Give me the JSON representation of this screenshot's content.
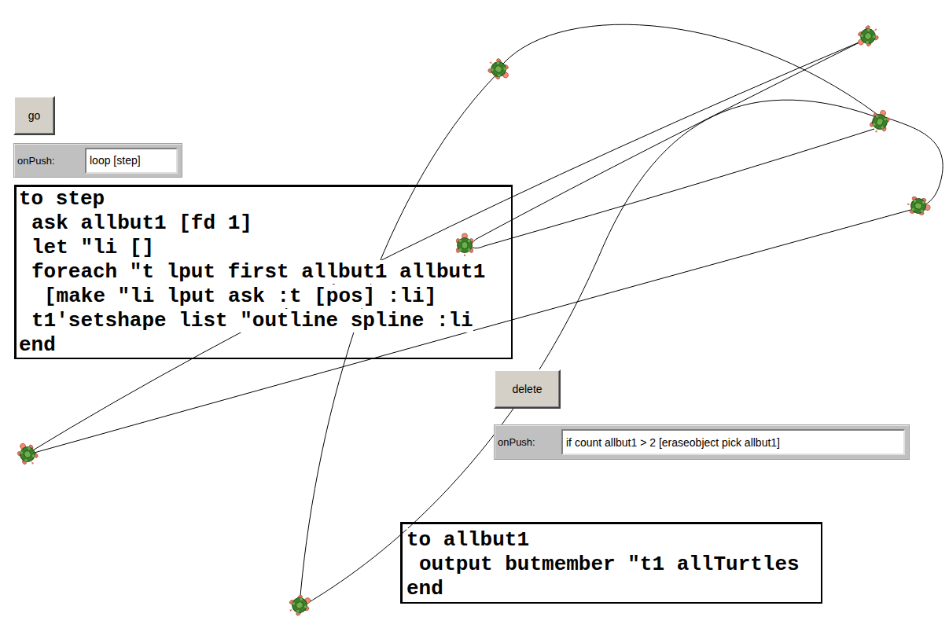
{
  "diagram": {
    "nodes": [
      {
        "text": [
          "go"
        ]
      },
      {
        "text": [
          "onPush:",
          "loop [step]"
        ]
      },
      {
        "text": [
          "to step",
          "ask allbut1 [fd 1]",
          "let \"li []",
          "foreach \"t lput first allbut1 allbut1",
          "[make \"li lput ask :t [pos] :li]",
          "t1'setshape list \"outline spline :li",
          "end"
        ]
      },
      {
        "text": [
          "delete"
        ]
      },
      {
        "text": [
          "onPush:",
          "if count allbut1 > 2 [eraseobject pick allbut1]"
        ]
      },
      {
        "text": [
          "to allbut1",
          "output butmember \"t1 allTurtles",
          "end"
        ]
      }
    ]
  }
}
